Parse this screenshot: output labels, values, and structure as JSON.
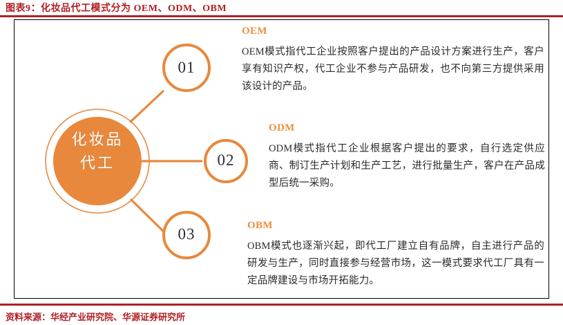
{
  "figure": {
    "title": "图表9：化妆品代工模式分为 OEM、ODM、OBM",
    "source": "资料来源：华经产业研究院、华源证券研究所",
    "accent_color": "#E8883C",
    "title_color": "#B01F24",
    "heading_color": "#E8903C",
    "body_color": "#2a2a2a"
  },
  "diagram": {
    "center": {
      "line1": "化妆品",
      "line2": "代工"
    },
    "nodes": [
      {
        "id": "01",
        "number": "01"
      },
      {
        "id": "02",
        "number": "02"
      },
      {
        "id": "03",
        "number": "03"
      }
    ]
  },
  "blocks": [
    {
      "heading": "OEM",
      "body": "OEM模式指代工企业按照客户提出的产品设计方案进行生产，客户享有知识产权，代工企业不参与产品研发，也不向第三方提供采用该设计的产品。"
    },
    {
      "heading": "ODM",
      "body": "ODM模式指代工企业根据客户提出的要求，自行选定供应商、制订生产计划和生产工艺，进行批量生产，客户在产品成型后统一采购。"
    },
    {
      "heading": "OBM",
      "body": "OBM模式也逐渐兴起，即代工厂建立自有品牌，自主进行产品的研发与生产，同时直接参与经营市场，这一模式要求代工厂具有一定品牌建设与市场开拓能力。"
    }
  ]
}
